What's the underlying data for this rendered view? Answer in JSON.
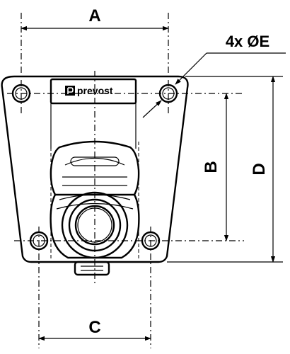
{
  "diagram": {
    "dimensions": {
      "a": "A",
      "b": "B",
      "c": "C",
      "d": "D",
      "holes": "4x ØE"
    },
    "brand": "prevost"
  }
}
